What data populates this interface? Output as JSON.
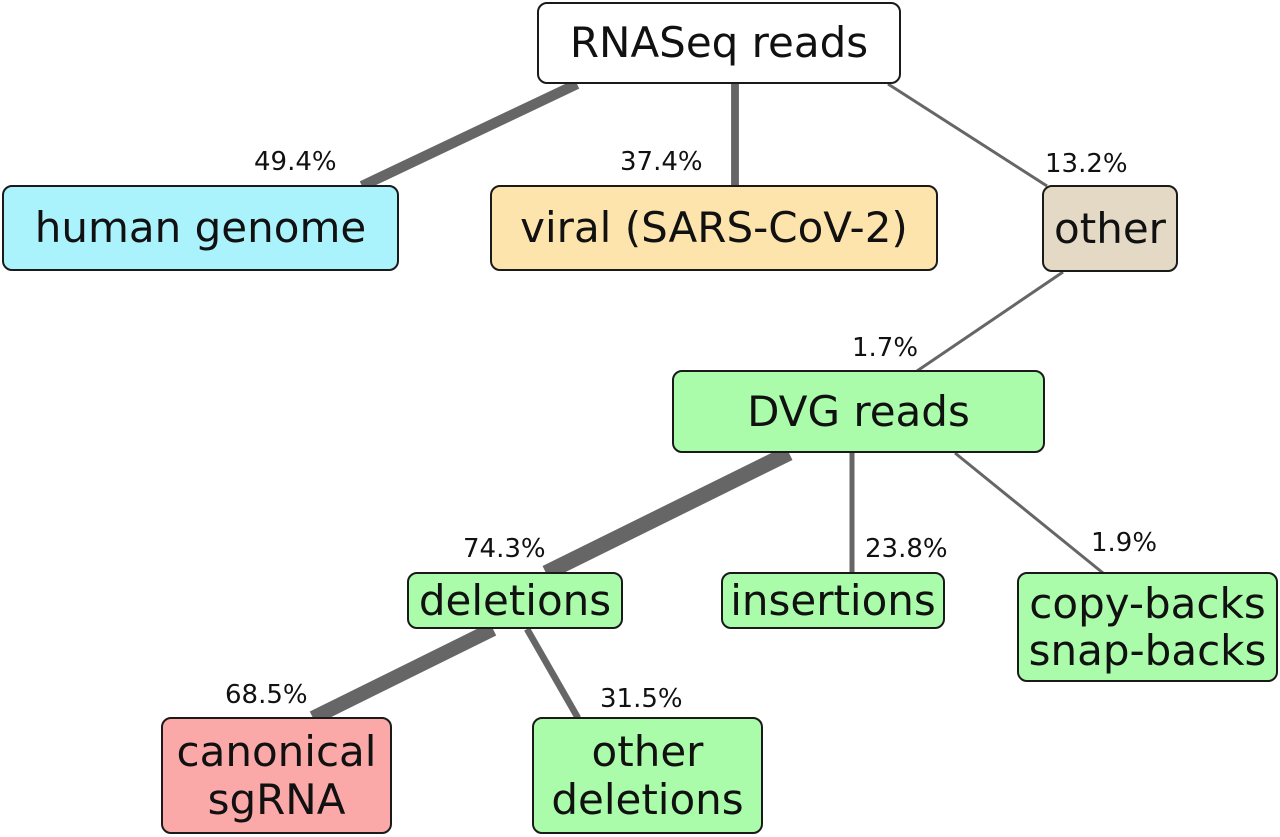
{
  "colors": {
    "edge": "#666666",
    "white": "#ffffff",
    "blue": "#aaf2fc",
    "orange": "#fde4ad",
    "tan": "#e3d9c4",
    "green": "#aafcaa",
    "red": "#fba8a8"
  },
  "nodes": {
    "rnaseq": {
      "lines": [
        "RNASeq reads"
      ]
    },
    "human": {
      "lines": [
        "human genome"
      ]
    },
    "viral": {
      "lines": [
        "viral (SARS-CoV-2)"
      ]
    },
    "other": {
      "lines": [
        "other"
      ]
    },
    "dvg": {
      "lines": [
        "DVG reads"
      ]
    },
    "deletions": {
      "lines": [
        "deletions"
      ]
    },
    "insertions": {
      "lines": [
        "insertions"
      ]
    },
    "copyback": {
      "lines": [
        "copy-backs",
        "snap-backs"
      ]
    },
    "canonical": {
      "lines": [
        "canonical",
        "sgRNA"
      ]
    },
    "otherdel": {
      "lines": [
        "other",
        "deletions"
      ]
    }
  },
  "edges": [
    {
      "from": "rnaseq",
      "to": "human",
      "label": "49.4%",
      "value": 49.4
    },
    {
      "from": "rnaseq",
      "to": "viral",
      "label": "37.4%",
      "value": 37.4
    },
    {
      "from": "rnaseq",
      "to": "other",
      "label": "13.2%",
      "value": 13.2
    },
    {
      "from": "other",
      "to": "dvg",
      "label": "1.7%",
      "value": 1.7
    },
    {
      "from": "dvg",
      "to": "deletions",
      "label": "74.3%",
      "value": 74.3
    },
    {
      "from": "dvg",
      "to": "insertions",
      "label": "23.8%",
      "value": 23.8
    },
    {
      "from": "dvg",
      "to": "copyback",
      "label": "1.9%",
      "value": 1.9
    },
    {
      "from": "deletions",
      "to": "canonical",
      "label": "68.5%",
      "value": 68.5
    },
    {
      "from": "deletions",
      "to": "otherdel",
      "label": "31.5%",
      "value": 31.5
    }
  ]
}
